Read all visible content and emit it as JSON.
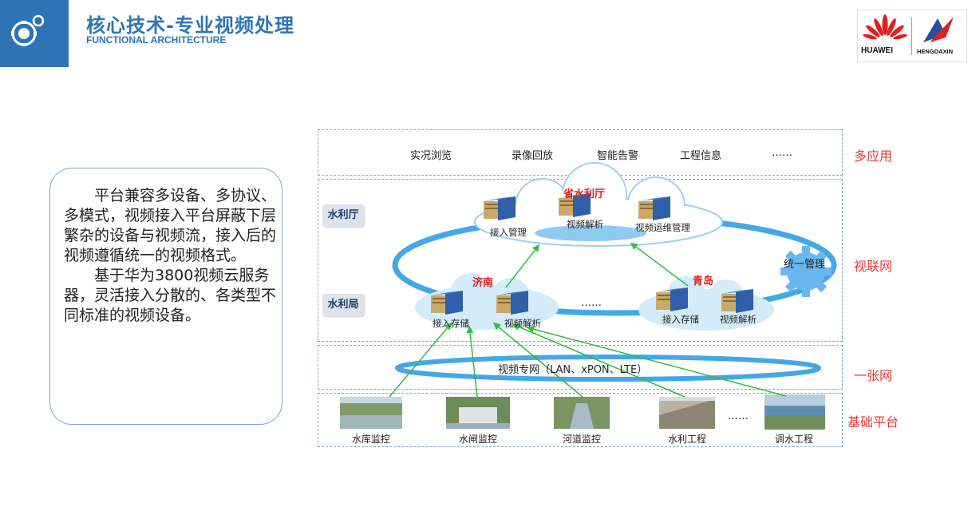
{
  "header": {
    "title": "核心技术-专业视频处理",
    "subtitle": "FUNCTIONAL ARCHITECTURE",
    "brand_left": "HUAWEI",
    "brand_right": "HENGDAXIN"
  },
  "description": {
    "para1": "平台兼容多设备、多协议、多模式，视频接入平台屏蔽下层繁杂的设备与视频流，接入后的视频遵循统一的视频格式。",
    "para2": "基于华为3800视频云服务器，灵活接入分散的、各类型不同标准的视频设备。"
  },
  "diagram": {
    "apps": [
      "实况浏览",
      "录像回放",
      "智能告警",
      "工程信息",
      "……"
    ],
    "layers": [
      "多应用",
      "视联网",
      "一张网",
      "基础平台"
    ],
    "left_tags": [
      "水利厅",
      "水利局"
    ],
    "province": {
      "name": "省水利厅",
      "nodes": [
        "接入管理",
        "视频解析",
        "视频运维管理"
      ]
    },
    "jinan": {
      "name": "济南",
      "nodes": [
        "接入存储",
        "视频解析"
      ]
    },
    "qingdao": {
      "name": "青岛",
      "nodes": [
        "接入存储",
        "视频解析"
      ]
    },
    "middle_ellipsis": "……",
    "unified_mgmt": "统一管理",
    "network": "视频专网（LAN、xPON、LTE）",
    "sites": [
      "水库监控",
      "水闸监控",
      "河道监控",
      "水利工程",
      "调水工程"
    ],
    "sites_ellipsis": "……"
  },
  "colors": {
    "brand_blue": "#2e74b5",
    "layer_red": "#e23b3b",
    "ring_blue": "#45a8e6",
    "arrow_green": "#2fbf3a"
  }
}
